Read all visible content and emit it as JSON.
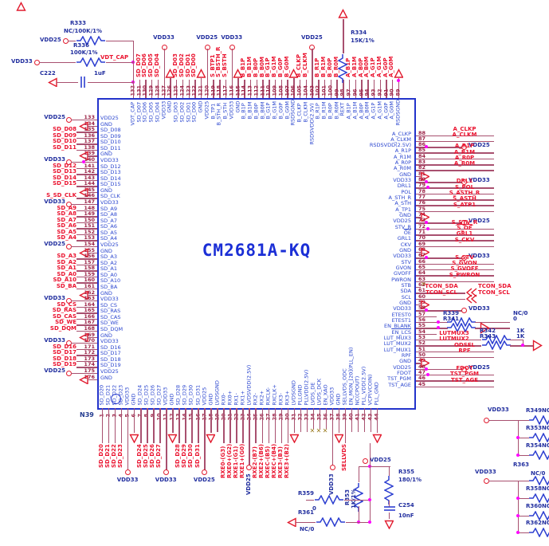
{
  "title": {
    "part": "CM2681A-KQ",
    "refdes": "N39"
  },
  "colors": {
    "wire": "#a8506f",
    "net_red": "#ea1430",
    "pin_text_blue": "#2b46cf",
    "pin_number": "#9b2246",
    "component_blue": "#2d3fd0",
    "label_navy": "#222f9f",
    "junction": "#ff00ff",
    "chip_border": "#2333cb",
    "nc_x": "#9a7b1e"
  },
  "pins": {
    "top": [
      {
        "n": "132",
        "name": "VDT_CAP",
        "type": "plain"
      },
      {
        "n": "131",
        "name": "SD_D07",
        "type": "io",
        "net": "SD_D07"
      },
      {
        "n": "130",
        "name": "SD_D06",
        "type": "io",
        "net": "SD_D06"
      },
      {
        "n": "129",
        "name": "SD_D05",
        "type": "io",
        "net": "SD_D05"
      },
      {
        "n": "128",
        "name": "SD_D04",
        "type": "io",
        "net": "SD_D04"
      },
      {
        "n": "127",
        "name": "VDD33",
        "type": "rail",
        "rail": "VDD33"
      },
      {
        "n": "126",
        "name": "GND",
        "type": "gnd"
      },
      {
        "n": "125",
        "name": "SD_D03",
        "type": "io",
        "net": "SD_D03"
      },
      {
        "n": "124",
        "name": "SD_D02",
        "type": "io",
        "net": "SD_D02"
      },
      {
        "n": "123",
        "name": "SD_D01",
        "type": "io",
        "net": "SD_D01"
      },
      {
        "n": "122",
        "name": "SD_D00",
        "type": "io",
        "net": "SD_D00"
      },
      {
        "n": "121",
        "name": "GND",
        "type": "gnd"
      },
      {
        "n": "120",
        "name": "VDD25",
        "type": "rail",
        "rail": "VDD25"
      },
      {
        "n": "119",
        "name": "B_TP1",
        "type": "io",
        "net": "S_BTP1"
      },
      {
        "n": "118",
        "name": "B_STH_R",
        "type": "io",
        "net": "S_BSTH_R"
      },
      {
        "n": "117",
        "name": "B_STH",
        "type": "io",
        "net": "S_BSTH"
      },
      {
        "n": "116",
        "name": "VDD33",
        "type": "rail",
        "rail": "VDD33"
      },
      {
        "n": "115",
        "name": "GND",
        "type": "gnd"
      },
      {
        "n": "114",
        "name": "B_B1P",
        "type": "io",
        "net": "B_B1P"
      },
      {
        "n": "113",
        "name": "B_B1M",
        "type": "io",
        "net": "B_B1M"
      },
      {
        "n": "112",
        "name": "B_B0P",
        "type": "io",
        "net": "B_B0P"
      },
      {
        "n": "111",
        "name": "B_B0M",
        "type": "io",
        "net": "B_B0M"
      },
      {
        "n": "110",
        "name": "B_G1P",
        "type": "io",
        "net": "B_G1P"
      },
      {
        "n": "109",
        "name": "B_G1M",
        "type": "io",
        "net": "B_G1M"
      },
      {
        "n": "108",
        "name": "B_G0P",
        "type": "io",
        "net": "B_G0P"
      },
      {
        "n": "107",
        "name": "B_G0M",
        "type": "io",
        "net": "B_G0M"
      },
      {
        "n": "106",
        "name": "RSDSGND",
        "type": "gnd"
      },
      {
        "n": "105",
        "name": "B_CLKP",
        "type": "io",
        "net": "B_CLKP"
      },
      {
        "n": "104",
        "name": "B_CLKM",
        "type": "io",
        "net": "B_CLKM"
      },
      {
        "n": "103",
        "name": "RSDSVDD(2.5V)",
        "type": "rail",
        "rail": "VDD25"
      },
      {
        "n": "102",
        "name": "B_R1P",
        "type": "io",
        "net": "B_R1P"
      },
      {
        "n": "101",
        "name": "B_R1M",
        "type": "io",
        "net": "B_R1M"
      },
      {
        "n": "100",
        "name": "B_R0P",
        "type": "io",
        "net": "B_R0P"
      },
      {
        "n": "99",
        "name": "B_R0M",
        "type": "io",
        "net": "B_R0M"
      },
      {
        "n": "98",
        "name": "REXT",
        "type": "plain"
      },
      {
        "n": "97",
        "name": "A_B1P",
        "type": "io",
        "net": "A_B1P"
      },
      {
        "n": "96",
        "name": "A_B1M",
        "type": "io",
        "net": "A_B1M"
      },
      {
        "n": "95",
        "name": "A_B0P",
        "type": "io",
        "net": "A_B0P"
      },
      {
        "n": "94",
        "name": "A_B0M",
        "type": "io",
        "net": "A_B0M"
      },
      {
        "n": "93",
        "name": "A_G1P",
        "type": "io",
        "net": "A_G1P"
      },
      {
        "n": "92",
        "name": "A_G1M",
        "type": "io",
        "net": "A_G1M"
      },
      {
        "n": "91",
        "name": "A_G0P",
        "type": "io",
        "net": "A_G0P"
      },
      {
        "n": "90",
        "name": "A_G0M",
        "type": "io",
        "net": "A_G0M"
      },
      {
        "n": "89",
        "name": "RSDSGND",
        "type": "gnd"
      }
    ],
    "right": [
      {
        "n": "88",
        "name": "A_CLKP",
        "type": "io",
        "net": "A_CLKP"
      },
      {
        "n": "87",
        "name": "A_CLKM",
        "type": "io",
        "net": "A_CLKM"
      },
      {
        "n": "86",
        "name": "RSDSVDD(2.5V)",
        "type": "rail",
        "rail": "VDD25"
      },
      {
        "n": "85",
        "name": "A_R1P",
        "type": "io",
        "net": "A_R1P"
      },
      {
        "n": "84",
        "name": "A_R1M",
        "type": "io",
        "net": "A_R1M"
      },
      {
        "n": "83",
        "name": "A_R0P",
        "type": "io",
        "net": "A_R0P"
      },
      {
        "n": "82",
        "name": "A_R0M",
        "type": "io",
        "net": "A_R0M"
      },
      {
        "n": "81",
        "name": "GND",
        "type": "gnd"
      },
      {
        "n": "80",
        "name": "VDD33",
        "type": "rail",
        "rail": "VDD33"
      },
      {
        "n": "79",
        "name": "DRL1",
        "type": "io",
        "net": "DRL1",
        "dot": true
      },
      {
        "n": "78",
        "name": "POL",
        "type": "io",
        "net": "S_POL"
      },
      {
        "n": "77",
        "name": "A_STH_R",
        "type": "io",
        "net": "S_ASTH_R"
      },
      {
        "n": "76",
        "name": "A_STH",
        "type": "io",
        "net": "S_ASTH"
      },
      {
        "n": "75",
        "name": "A_TP1",
        "type": "io",
        "net": "S_ATP1"
      },
      {
        "n": "74",
        "name": "GND",
        "type": "gnd"
      },
      {
        "n": "73",
        "name": "VDD25",
        "type": "rail",
        "rail": "VDD25"
      },
      {
        "n": "72",
        "name": "STV_R",
        "type": "io",
        "net": "S_STV_R",
        "dot": true
      },
      {
        "n": "71",
        "name": "OE",
        "type": "io",
        "net": "S_OE",
        "ov": true
      },
      {
        "n": "70",
        "name": "GRL1",
        "type": "io",
        "net": "GRL1"
      },
      {
        "n": "69",
        "name": "CKV",
        "type": "io",
        "net": "S_CKV"
      },
      {
        "n": "68",
        "name": "GND",
        "type": "gnd"
      },
      {
        "n": "67",
        "name": "VDD33",
        "type": "rail",
        "rail": "VDD33"
      },
      {
        "n": "66",
        "name": "STV",
        "type": "io",
        "net": "S_STV"
      },
      {
        "n": "65",
        "name": "GVON",
        "type": "io",
        "net": "S_GVON"
      },
      {
        "n": "64",
        "name": "GVOFF",
        "type": "io",
        "net": "S_GVOFF"
      },
      {
        "n": "63",
        "name": "PWRON",
        "type": "io",
        "net": "S_PWRON"
      },
      {
        "n": "62",
        "name": "STB",
        "type": "nc"
      },
      {
        "n": "61",
        "name": "SDA",
        "type": "conn",
        "net": "TCON_SDA"
      },
      {
        "n": "60",
        "name": "SCL",
        "type": "conn",
        "net": "TCON_SCL"
      },
      {
        "n": "59",
        "name": "GND",
        "type": "gnd"
      },
      {
        "n": "58",
        "name": "VDD33",
        "type": "rail",
        "rail": "VDD33"
      },
      {
        "n": "57",
        "name": "ETEST0",
        "type": "plain"
      },
      {
        "n": "56",
        "name": "ETEST1",
        "type": "res",
        "res": "R339",
        "val": "NC/0"
      },
      {
        "n": "55",
        "name": "EN_BLANK",
        "type": "res",
        "res": "R341",
        "val": "0",
        "arrow": true
      },
      {
        "n": "54",
        "name": "EN_LCS",
        "type": "plain",
        "ov": true
      },
      {
        "n": "53",
        "name": "LUT_MUX3",
        "type": "lut",
        "net": "LUTMUX3",
        "res": "R342",
        "val": "1K"
      },
      {
        "n": "52",
        "name": "LUT_MUX2",
        "type": "lut",
        "net": "LUTMUX2",
        "res": "R343",
        "val": "1K"
      },
      {
        "n": "51",
        "name": "LUT_MUX1",
        "type": "io",
        "net": "ODSEL"
      },
      {
        "n": "50",
        "name": "RPF",
        "type": "io",
        "net": "RPF"
      },
      {
        "n": "49",
        "name": "GND",
        "type": "gnd"
      },
      {
        "n": "48",
        "name": "VDD25",
        "type": "rail",
        "rail": "VDD25"
      },
      {
        "n": "47",
        "name": "FDOT",
        "type": "io",
        "net": "FDOT",
        "dot": true
      },
      {
        "n": "46",
        "name": "TST_PGM",
        "type": "io",
        "net": "TST_PGM"
      },
      {
        "n": "45",
        "name": "TST_AGE",
        "type": "io",
        "net": "TST_AGE"
      }
    ],
    "bottom": [
      {
        "n": "1",
        "name": "SD_D20",
        "type": "io",
        "net": "SD_D20"
      },
      {
        "n": "2",
        "name": "SD_D21",
        "type": "io",
        "net": "SD_D21"
      },
      {
        "n": "3",
        "name": "SD_D22",
        "type": "io",
        "net": "SD_D22"
      },
      {
        "n": "4",
        "name": "SD_D23",
        "type": "io",
        "net": "SD_D23"
      },
      {
        "n": "5",
        "name": "VDD33",
        "type": "railh",
        "rail": "VDD33"
      },
      {
        "n": "6",
        "name": "GND",
        "type": "gnd"
      },
      {
        "n": "7",
        "name": "SD_D24",
        "type": "io",
        "net": "SD_D24"
      },
      {
        "n": "8",
        "name": "SD_D25",
        "type": "io",
        "net": "SD_D25"
      },
      {
        "n": "9",
        "name": "SD_D26",
        "type": "io",
        "net": "SD_D26"
      },
      {
        "n": "10",
        "name": "SD_D27",
        "type": "io",
        "net": "SD_D27"
      },
      {
        "n": "11",
        "name": "VDD33",
        "type": "railh",
        "rail": "VDD33"
      },
      {
        "n": "12",
        "name": "GND",
        "type": "gnd"
      },
      {
        "n": "13",
        "name": "SD_D28",
        "type": "io",
        "net": "SD_D28"
      },
      {
        "n": "14",
        "name": "SD_D29",
        "type": "io",
        "net": "SD_D29"
      },
      {
        "n": "15",
        "name": "SD_D30",
        "type": "io",
        "net": "SD_D30"
      },
      {
        "n": "16",
        "name": "SD_D31",
        "type": "io",
        "net": "SD_D31"
      },
      {
        "n": "17",
        "name": "VDD25",
        "type": "railh",
        "rail": "VDD25"
      },
      {
        "n": "18",
        "name": "GND",
        "type": "gnd"
      },
      {
        "n": "19",
        "name": "LVDSGND",
        "type": "plain"
      },
      {
        "n": "20",
        "name": "RX0-",
        "type": "io",
        "net": "RXE0-(G3)"
      },
      {
        "n": "21",
        "name": "RX0+",
        "type": "io",
        "net": "RXE0+(G2)"
      },
      {
        "n": "22",
        "name": "RX1-",
        "type": "io",
        "net": "RXE1-(G1)"
      },
      {
        "n": "23",
        "name": "RX1+",
        "type": "io",
        "net": "RXE1+(G0)"
      },
      {
        "n": "24",
        "name": "LVDSVDD(2.5V)",
        "type": "railv",
        "rail": "VDD25"
      },
      {
        "n": "25",
        "name": "RX2-",
        "type": "io",
        "net": "RXE2-(B7)"
      },
      {
        "n": "26",
        "name": "RX2+",
        "type": "io",
        "net": "RXE2+(B6)"
      },
      {
        "n": "27",
        "name": "RXCLK-",
        "type": "io",
        "net": "RXEC-(B5)"
      },
      {
        "n": "28",
        "name": "RXCLK+",
        "type": "io",
        "net": "RXEC+(B4)"
      },
      {
        "n": "29",
        "name": "RX3-",
        "type": "io",
        "net": "RXE3-(B3)"
      },
      {
        "n": "30",
        "name": "RX3+",
        "type": "io",
        "net": "RXE3+(B2)"
      },
      {
        "n": "31",
        "name": "LVDSGND",
        "type": "gnd"
      },
      {
        "n": "32",
        "name": "PLLGND",
        "type": "plain"
      },
      {
        "n": "33",
        "name": "PLLVDD(2.5V)",
        "type": "plain"
      },
      {
        "n": "34",
        "name": "LVDS_DE",
        "type": "nc"
      },
      {
        "n": "35",
        "name": "LVDS_DCK",
        "type": "nc"
      },
      {
        "n": "36",
        "name": "EN_XAO",
        "type": "nc"
      },
      {
        "n": "37",
        "name": "VDD33",
        "type": "railv",
        "rail": "VDD33"
      },
      {
        "n": "38",
        "name": "GND",
        "type": "gnd"
      },
      {
        "n": "39",
        "name": "SELLVDS_ODC",
        "type": "io",
        "net": "SELLVDS"
      },
      {
        "n": "40",
        "name": "EN_MON_[20](PLL_EN)",
        "type": "plain"
      },
      {
        "n": "41",
        "name": "NC(CPOUT)",
        "type": "plain"
      },
      {
        "n": "42",
        "name": "PLL_VDD(2.5V)",
        "type": "plain"
      },
      {
        "n": "43",
        "name": "VCP(VCOIN)",
        "type": "plain"
      },
      {
        "n": "44",
        "name": "PLL_GND",
        "type": "gnd"
      }
    ],
    "left": [
      {
        "n": "133",
        "name": "VDD25",
        "type": "rail",
        "rail": "VDD25"
      },
      {
        "n": "134",
        "name": "GND",
        "type": "gnd"
      },
      {
        "n": "135",
        "name": "SD_D08",
        "type": "io",
        "net": "SD_D08"
      },
      {
        "n": "136",
        "name": "SD_D09",
        "type": "io",
        "net": "SD_D09"
      },
      {
        "n": "137",
        "name": "SD_D10",
        "type": "io",
        "net": "SD_D10"
      },
      {
        "n": "138",
        "name": "SD_D11",
        "type": "io",
        "net": "SD_D11"
      },
      {
        "n": "139",
        "name": "GND",
        "type": "gnd"
      },
      {
        "n": "140",
        "name": "VDD33",
        "type": "rail",
        "rail": "VDD33"
      },
      {
        "n": "141",
        "name": "SD_D12",
        "type": "io",
        "net": "SD_D12"
      },
      {
        "n": "142",
        "name": "SD_D13",
        "type": "io",
        "net": "SD_D13"
      },
      {
        "n": "143",
        "name": "SD_D14",
        "type": "io",
        "net": "SD_D14"
      },
      {
        "n": "144",
        "name": "SD_D15",
        "type": "io",
        "net": "SD_D15"
      },
      {
        "n": "145",
        "name": "GND",
        "type": "gnd"
      },
      {
        "n": "146",
        "name": "SD_CLK",
        "type": "io",
        "net": "S_SD_CLK"
      },
      {
        "n": "147",
        "name": "VDD33",
        "type": "rail",
        "rail": "VDD33"
      },
      {
        "n": "148",
        "name": "SD_A9",
        "type": "io",
        "net": "SD_A9"
      },
      {
        "n": "149",
        "name": "SD_A8",
        "type": "io",
        "net": "SD_A8"
      },
      {
        "n": "150",
        "name": "SD_A7",
        "type": "io",
        "net": "SD_A7"
      },
      {
        "n": "151",
        "name": "SD_A6",
        "type": "io",
        "net": "SD_A6"
      },
      {
        "n": "152",
        "name": "SD_A5",
        "type": "io",
        "net": "SD_A5"
      },
      {
        "n": "153",
        "name": "SD_A4",
        "type": "io",
        "net": "SD_A4"
      },
      {
        "n": "154",
        "name": "VDD25",
        "type": "rail",
        "rail": "VDD25"
      },
      {
        "n": "155",
        "name": "GND",
        "type": "gnd"
      },
      {
        "n": "156",
        "name": "SD_A3",
        "type": "io",
        "net": "SD_A3"
      },
      {
        "n": "157",
        "name": "SD_A2",
        "type": "io",
        "net": "SD_A2"
      },
      {
        "n": "158",
        "name": "SD_A1",
        "type": "io",
        "net": "SD_A1"
      },
      {
        "n": "159",
        "name": "SD_A0",
        "type": "io",
        "net": "SD_A0"
      },
      {
        "n": "160",
        "name": "SD_A10",
        "type": "io",
        "net": "SD_A10"
      },
      {
        "n": "161",
        "name": "SD_BA",
        "type": "io",
        "net": "SD_BA"
      },
      {
        "n": "162",
        "name": "GND",
        "type": "gnd"
      },
      {
        "n": "163",
        "name": "VDD33",
        "type": "rail",
        "rail": "VDD33"
      },
      {
        "n": "164",
        "name": "SD_CS",
        "type": "io",
        "net": "SD_CS"
      },
      {
        "n": "165",
        "name": "SD_RAS",
        "type": "io",
        "net": "SD_RAS"
      },
      {
        "n": "166",
        "name": "SD_CAS",
        "type": "io",
        "net": "SD_CAS"
      },
      {
        "n": "167",
        "name": "SD_WE",
        "type": "io",
        "net": "SD_WE"
      },
      {
        "n": "168",
        "name": "SD_DQM",
        "type": "io",
        "net": "SD_DQM"
      },
      {
        "n": "169",
        "name": "GND",
        "type": "gnd"
      },
      {
        "n": "170",
        "name": "VDD33",
        "type": "rail",
        "rail": "VDD33"
      },
      {
        "n": "171",
        "name": "SD_D16",
        "type": "io",
        "net": "SD_D16"
      },
      {
        "n": "172",
        "name": "SD_D17",
        "type": "io",
        "net": "SD_D17"
      },
      {
        "n": "173",
        "name": "SD_D18",
        "type": "io",
        "net": "SD_D18"
      },
      {
        "n": "174",
        "name": "SD_D19",
        "type": "io",
        "net": "SD_D19"
      },
      {
        "n": "175",
        "name": "VDD25",
        "type": "rail",
        "rail": "VDD25"
      },
      {
        "n": "176",
        "name": "GND",
        "type": "gnd"
      }
    ]
  },
  "components": {
    "r333": {
      "ref": "R333",
      "value": "NC/100K/1%",
      "rail": "VDD25"
    },
    "r336": {
      "ref": "R336",
      "value": "100K/1%",
      "rail": "VDD33"
    },
    "vdt_cap_net": "VDT_CAP",
    "c222": {
      "ref": "C222",
      "value": "1uF"
    },
    "r334": {
      "ref": "R334",
      "value": "15K/1%"
    },
    "r353": {
      "ref": "R353",
      "value": "1K/1%"
    },
    "r355": {
      "ref": "R355",
      "value": "180/1%"
    },
    "r359": {
      "ref": "R359",
      "value": "0"
    },
    "r361": {
      "ref": "R361",
      "value": "NC/0"
    },
    "c254": {
      "ref": "C254",
      "value": "10nF"
    },
    "node_rail": "VDD25",
    "bank1": {
      "rail": "VDD33",
      "resistors": [
        "R349NC",
        "R353NC",
        "R354NC"
      ]
    },
    "bank2": {
      "rail": "VDD33",
      "top_ref": "R363",
      "top_value": "NC/0",
      "resistors": [
        "R358NC",
        "R360NC",
        "R362NC"
      ]
    }
  }
}
